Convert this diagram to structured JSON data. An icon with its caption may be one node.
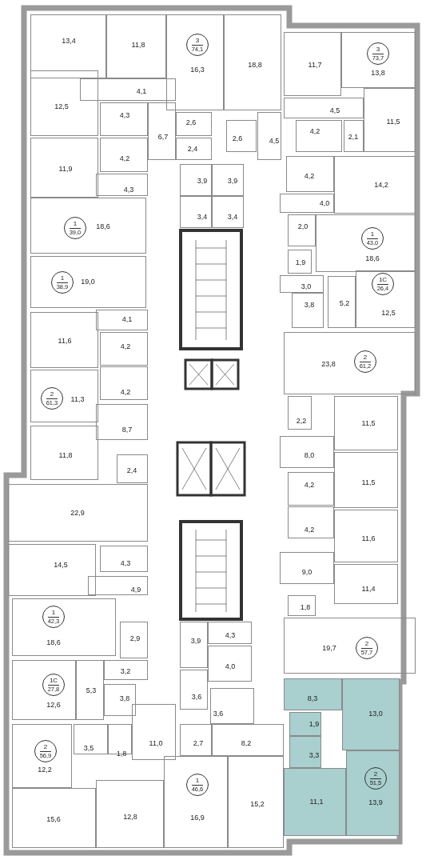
{
  "diagram": {
    "nodes": [
      {
        "text": [
          "13,4"
        ]
      },
      {
        "text": [
          "11,8"
        ]
      },
      {
        "text": [
          "16,3"
        ]
      },
      {
        "text": [
          "3",
          "74,1"
        ],
        "in": 2
      },
      {
        "text": [
          "18,8"
        ]
      },
      {
        "text": [
          "11,7"
        ]
      },
      {
        "text": [
          "13,8"
        ]
      },
      {
        "text": [
          "3",
          "73,7"
        ],
        "in": 6
      },
      {
        "text": [
          "12,5"
        ]
      },
      {
        "text": [
          "4,1"
        ]
      },
      {
        "text": [
          "4,5"
        ]
      },
      {
        "text": [
          "4,3"
        ]
      },
      {
        "text": [
          "2,6"
        ]
      },
      {
        "text": [
          "2,6"
        ]
      },
      {
        "text": [
          "4,5"
        ]
      },
      {
        "text": [
          "11,5"
        ]
      },
      {
        "text": [
          "4,2"
        ]
      },
      {
        "text": [
          "2,1"
        ]
      },
      {
        "text": [
          "6,7"
        ]
      },
      {
        "text": [
          "2,4"
        ]
      },
      {
        "text": [
          "4,2"
        ]
      },
      {
        "text": [
          "11,9"
        ]
      },
      {
        "text": [
          "4,2"
        ]
      },
      {
        "text": [
          "14,2"
        ]
      },
      {
        "text": [
          "3,9"
        ]
      },
      {
        "text": [
          "3,9"
        ]
      },
      {
        "text": [
          "4,3"
        ]
      },
      {
        "text": [
          "4,0"
        ]
      },
      {
        "text": [
          "3,4"
        ]
      },
      {
        "text": [
          "3,4"
        ]
      },
      {
        "text": [
          "18,6"
        ]
      },
      {
        "text": [
          "1",
          "39,0"
        ],
        "in": 30
      },
      {
        "text": [
          "2,0"
        ]
      },
      {
        "text": [
          "18,6"
        ]
      },
      {
        "text": [
          "1",
          "43,0"
        ],
        "in": 33
      },
      {
        "text": [
          "1,9"
        ]
      },
      {
        "text": [
          "19,0"
        ]
      },
      {
        "text": [
          "1",
          "38,9"
        ],
        "in": 36
      },
      {
        "text": [
          "3,0"
        ]
      },
      {
        "text": [
          "5,2"
        ]
      },
      {
        "text": [
          "12,5"
        ]
      },
      {
        "text": [
          "1С",
          "26,4"
        ],
        "in": 40
      },
      {
        "text": [
          "3,8"
        ]
      },
      {
        "text": [
          "4,1"
        ]
      },
      {
        "text": [
          "11,6"
        ]
      },
      {
        "text": [
          "23,8"
        ]
      },
      {
        "text": [
          "2",
          "61,2"
        ],
        "in": 45
      },
      {
        "text": [
          "4,2"
        ]
      },
      {
        "text": [
          "4,2"
        ]
      },
      {
        "text": [
          "11,3"
        ]
      },
      {
        "text": [
          "2",
          "61,3"
        ],
        "in": 49
      },
      {
        "text": [
          "2,2"
        ]
      },
      {
        "text": [
          "11,5"
        ]
      },
      {
        "text": [
          "8,7"
        ]
      },
      {
        "text": [
          "11,8"
        ]
      },
      {
        "text": [
          "8,0"
        ]
      },
      {
        "text": [
          "11,5"
        ]
      },
      {
        "text": [
          "2,4"
        ]
      },
      {
        "text": [
          "4,2"
        ]
      },
      {
        "text": [
          "22,9"
        ]
      },
      {
        "text": [
          "4,2"
        ]
      },
      {
        "text": [
          "11,6"
        ]
      },
      {
        "text": [
          "4,3"
        ]
      },
      {
        "text": [
          "14,5"
        ]
      },
      {
        "text": [
          "9,0"
        ]
      },
      {
        "text": [
          "11,4"
        ]
      },
      {
        "text": [
          "4,9"
        ]
      },
      {
        "text": [
          "1,8"
        ]
      },
      {
        "text": [
          "18,6"
        ]
      },
      {
        "text": [
          "1",
          "42,3"
        ],
        "in": 68
      },
      {
        "text": [
          "2,9"
        ]
      },
      {
        "text": [
          "3,9"
        ]
      },
      {
        "text": [
          "4,3"
        ]
      },
      {
        "text": [
          "19,7"
        ]
      },
      {
        "text": [
          "2",
          "57,7"
        ],
        "in": 73
      },
      {
        "text": [
          "3,2"
        ]
      },
      {
        "text": [
          "12,6"
        ]
      },
      {
        "text": [
          "1С",
          "27,8"
        ],
        "in": 76
      },
      {
        "text": [
          "4,0"
        ]
      },
      {
        "text": [
          "5,3"
        ]
      },
      {
        "text": [
          "8,3"
        ]
      },
      {
        "text": [
          "3,6"
        ]
      },
      {
        "text": [
          "3,8"
        ]
      },
      {
        "text": [
          "3,6"
        ]
      },
      {
        "text": [
          "13,0"
        ]
      },
      {
        "text": [
          "1,9"
        ]
      },
      {
        "text": [
          "11,0"
        ]
      },
      {
        "text": [
          "2,7"
        ]
      },
      {
        "text": [
          "8,2"
        ]
      },
      {
        "text": [
          "3,5"
        ]
      },
      {
        "text": [
          "1,8"
        ]
      },
      {
        "text": [
          "12,2"
        ]
      },
      {
        "text": [
          "2",
          "56,9"
        ],
        "in": 91
      },
      {
        "text": [
          "3,3"
        ]
      },
      {
        "text": [
          "13,9"
        ]
      },
      {
        "text": [
          "2",
          "51,5"
        ],
        "in": 94
      },
      {
        "text": [
          "15,6"
        ]
      },
      {
        "text": [
          "11,1"
        ]
      },
      {
        "text": [
          "12,8"
        ]
      },
      {
        "text": [
          "16,9"
        ]
      },
      {
        "text": [
          "1",
          "46,6"
        ],
        "in": 99
      },
      {
        "text": [
          "15,2"
        ]
      }
    ]
  }
}
